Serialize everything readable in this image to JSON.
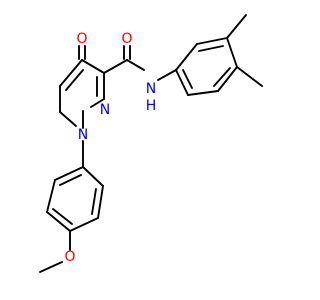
{
  "atoms": {
    "carbonyl_o_ring": {
      "text": "O",
      "color": "#ff0000"
    },
    "amide_o": {
      "text": "O",
      "color": "#ff0000"
    },
    "amide_n": {
      "text": "N",
      "color": "#0000ff"
    },
    "amide_h": {
      "text": "H",
      "color": "#0000ff"
    },
    "ring_n2": {
      "text": "N",
      "color": "#0000ff"
    },
    "ring_n1": {
      "text": "N",
      "color": "#0000ff"
    },
    "methoxy_o": {
      "text": "O",
      "color": "#ff0000"
    }
  }
}
